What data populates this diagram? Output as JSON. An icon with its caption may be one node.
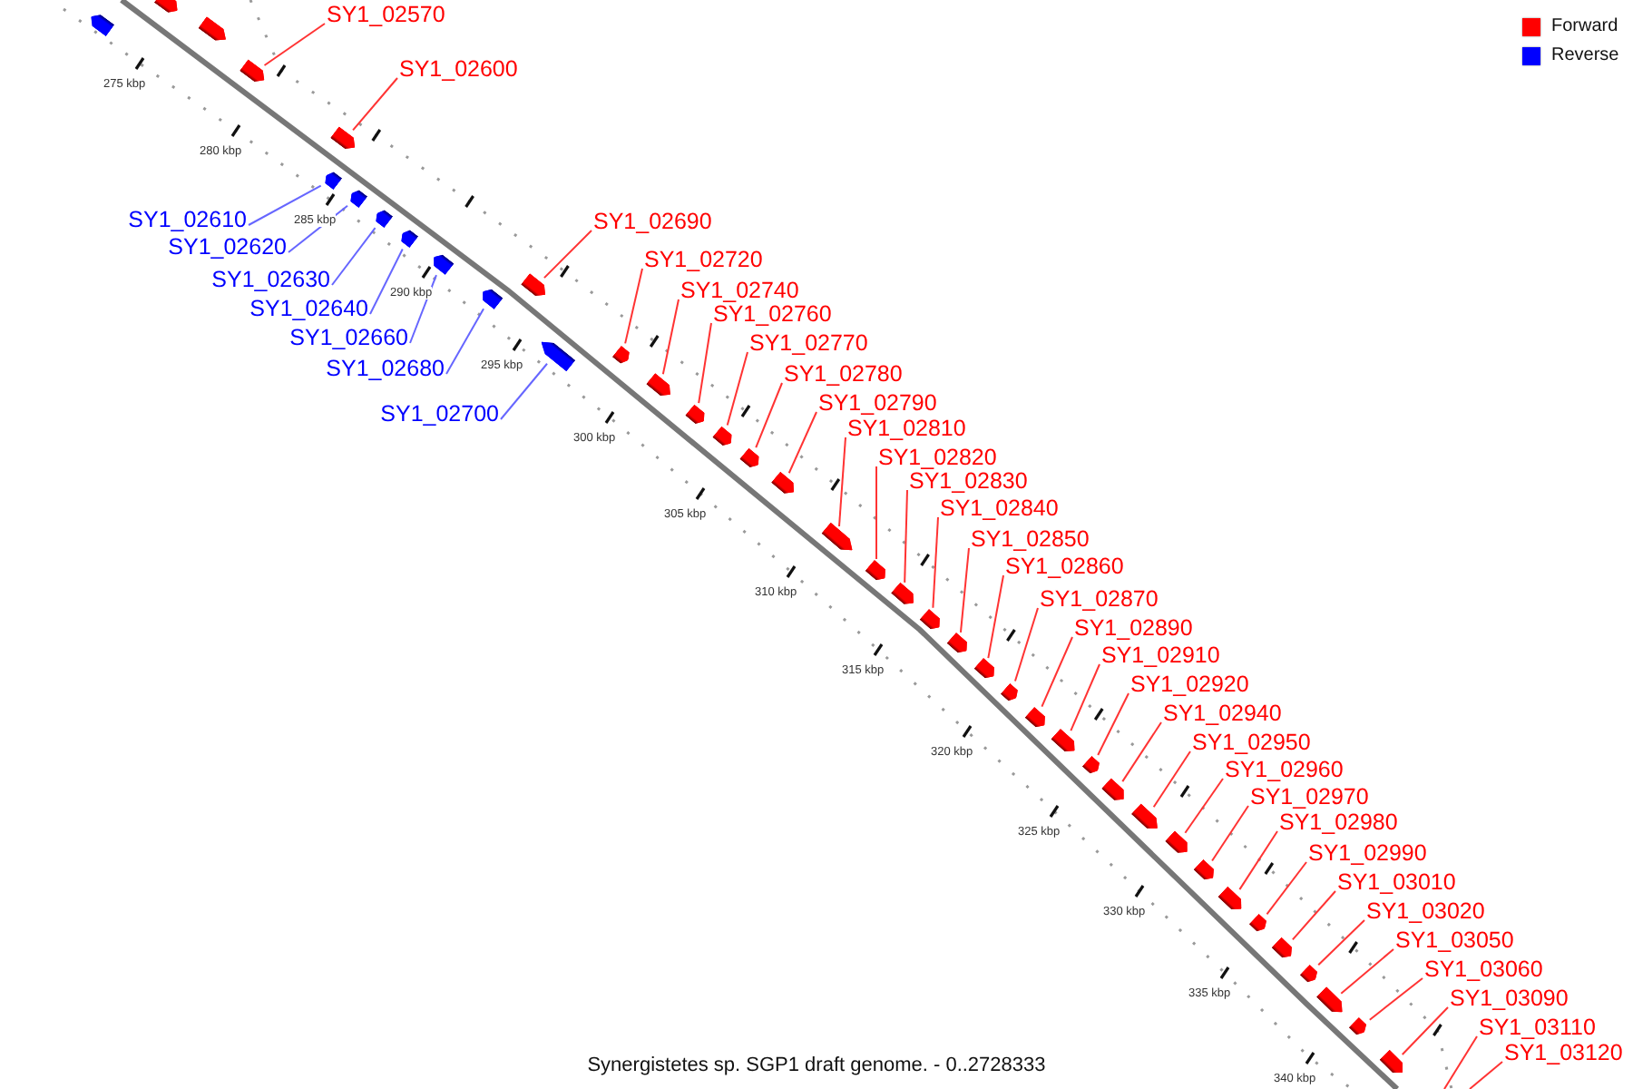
{
  "diagram": {
    "caption": "Synergistetes sp. SGP1 draft genome. - 0..2728333",
    "nodes": [
      {
        "text": [],
        "shape": "pentagon"
      },
      {
        "text": [],
        "shape": "pentagon"
      },
      {
        "text": [],
        "shape": "pentagon"
      },
      {
        "text": [
          "SY1_02570"
        ]
      },
      {
        "text": [],
        "shape": "pentagon"
      },
      {
        "text": [
          "SY1_02600"
        ]
      },
      {
        "text": [],
        "shape": "pentagon"
      },
      {
        "text": [
          "SY1_02610"
        ]
      },
      {
        "text": [],
        "shape": "pentagon"
      },
      {
        "text": [
          "SY1_02620"
        ]
      },
      {
        "text": [],
        "shape": "pentagon"
      },
      {
        "text": [
          "SY1_02630"
        ]
      },
      {
        "text": [],
        "shape": "pentagon"
      },
      {
        "text": [
          "SY1_02640"
        ]
      },
      {
        "text": [],
        "shape": "pentagon"
      },
      {
        "text": [
          "SY1_02660"
        ]
      },
      {
        "text": [],
        "shape": "pentagon"
      },
      {
        "text": [
          "SY1_02680"
        ]
      },
      {
        "text": [],
        "shape": "pentagon"
      },
      {
        "text": [
          "SY1_02690"
        ]
      },
      {
        "text": [],
        "shape": "pentagon"
      },
      {
        "text": [
          "SY1_02700"
        ]
      },
      {
        "text": [],
        "shape": "pentagon"
      },
      {
        "text": [
          "SY1_02720"
        ]
      },
      {
        "text": [],
        "shape": "pentagon"
      },
      {
        "text": [
          "SY1_02740"
        ]
      },
      {
        "text": [],
        "shape": "pentagon"
      },
      {
        "text": [
          "SY1_02760"
        ]
      },
      {
        "text": [],
        "shape": "pentagon"
      },
      {
        "text": [
          "SY1_02770"
        ]
      },
      {
        "text": [],
        "shape": "pentagon"
      },
      {
        "text": [
          "SY1_02780"
        ]
      },
      {
        "text": [],
        "shape": "pentagon"
      },
      {
        "text": [
          "SY1_02790"
        ]
      },
      {
        "text": [],
        "shape": "pentagon"
      },
      {
        "text": [
          "SY1_02810"
        ]
      },
      {
        "text": [],
        "shape": "pentagon"
      },
      {
        "text": [
          "SY1_02820"
        ]
      },
      {
        "text": [],
        "shape": "pentagon"
      },
      {
        "text": [
          "SY1_02830"
        ]
      },
      {
        "text": [],
        "shape": "pentagon"
      },
      {
        "text": [
          "SY1_02840"
        ]
      },
      {
        "text": [],
        "shape": "pentagon"
      },
      {
        "text": [
          "SY1_02850"
        ]
      },
      {
        "text": [],
        "shape": "pentagon"
      },
      {
        "text": [
          "SY1_02860"
        ]
      },
      {
        "text": [],
        "shape": "pentagon"
      },
      {
        "text": [
          "SY1_02870"
        ]
      },
      {
        "text": [],
        "shape": "pentagon"
      },
      {
        "text": [
          "SY1_02890"
        ]
      },
      {
        "text": [],
        "shape": "pentagon"
      },
      {
        "text": [
          "SY1_02910"
        ]
      },
      {
        "text": [],
        "shape": "pentagon"
      },
      {
        "text": [
          "SY1_02920"
        ]
      },
      {
        "text": [],
        "shape": "pentagon"
      },
      {
        "text": [
          "SY1_02940"
        ]
      },
      {
        "text": [],
        "shape": "pentagon"
      },
      {
        "text": [
          "SY1_02950"
        ]
      },
      {
        "text": [],
        "shape": "pentagon"
      },
      {
        "text": [
          "SY1_02960"
        ]
      },
      {
        "text": [],
        "shape": "pentagon"
      },
      {
        "text": [
          "SY1_02970"
        ]
      },
      {
        "text": [],
        "shape": "pentagon"
      },
      {
        "text": [
          "SY1_02980"
        ]
      },
      {
        "text": [],
        "shape": "pentagon"
      },
      {
        "text": [
          "SY1_02990"
        ]
      },
      {
        "text": [],
        "shape": "pentagon"
      },
      {
        "text": [
          "SY1_03010"
        ]
      },
      {
        "text": [],
        "shape": "pentagon"
      },
      {
        "text": [
          "SY1_03020"
        ]
      },
      {
        "text": [],
        "shape": "pentagon"
      },
      {
        "text": [
          "SY1_03050"
        ]
      },
      {
        "text": [],
        "shape": "pentagon"
      },
      {
        "text": [
          "SY1_03060"
        ]
      },
      {
        "text": [],
        "shape": "pentagon"
      },
      {
        "text": [
          "SY1_03090"
        ]
      },
      {
        "text": [],
        "shape": "pentagon"
      },
      {
        "text": [
          "SY1_03110"
        ]
      },
      {
        "text": [
          "SY1_03120"
        ]
      }
    ],
    "edges": [
      {
        "from": 3,
        "to": 4,
        "arrow": "none"
      },
      {
        "from": 5,
        "to": 6,
        "arrow": "none"
      },
      {
        "from": 7,
        "to": 8,
        "arrow": "none",
        "color": "#6666ff"
      },
      {
        "from": 9,
        "to": 10,
        "arrow": "none",
        "color": "#6666ff"
      },
      {
        "from": 11,
        "to": 12,
        "arrow": "none",
        "color": "#6666ff"
      },
      {
        "from": 13,
        "to": 14,
        "arrow": "none",
        "color": "#6666ff"
      },
      {
        "from": 15,
        "to": 16,
        "arrow": "none",
        "color": "#6666ff"
      },
      {
        "from": 17,
        "to": 18,
        "arrow": "none",
        "color": "#6666ff"
      },
      {
        "from": 19,
        "to": 20,
        "arrow": "none"
      },
      {
        "from": 21,
        "to": 22,
        "arrow": "none",
        "color": "#6666ff"
      },
      {
        "from": 23,
        "to": 24,
        "arrow": "none"
      },
      {
        "from": 25,
        "to": 26,
        "arrow": "none"
      },
      {
        "from": 27,
        "to": 28,
        "arrow": "none"
      },
      {
        "from": 29,
        "to": 30,
        "arrow": "none"
      },
      {
        "from": 31,
        "to": 32,
        "arrow": "none"
      },
      {
        "from": 33,
        "to": 34,
        "arrow": "none"
      },
      {
        "from": 35,
        "to": 36,
        "arrow": "none"
      },
      {
        "from": 37,
        "to": 38,
        "arrow": "none"
      },
      {
        "from": 39,
        "to": 40,
        "arrow": "none"
      },
      {
        "from": 41,
        "to": 42,
        "arrow": "none"
      },
      {
        "from": 43,
        "to": 44,
        "arrow": "none"
      },
      {
        "from": 45,
        "to": 46,
        "arrow": "none"
      },
      {
        "from": 47,
        "to": 48,
        "arrow": "none"
      },
      {
        "from": 49,
        "to": 50,
        "arrow": "none"
      },
      {
        "from": 51,
        "to": 52,
        "arrow": "none"
      },
      {
        "from": 53,
        "to": 54,
        "arrow": "none"
      },
      {
        "from": 55,
        "to": 56,
        "arrow": "none"
      },
      {
        "from": 57,
        "to": 58,
        "arrow": "none"
      },
      {
        "from": 59,
        "to": 60,
        "arrow": "none"
      },
      {
        "from": 61,
        "to": 62,
        "arrow": "none"
      },
      {
        "from": 63,
        "to": 64,
        "arrow": "none"
      },
      {
        "from": 65,
        "to": 66,
        "arrow": "none"
      },
      {
        "from": 67,
        "to": 68,
        "arrow": "none"
      },
      {
        "from": 69,
        "to": 70,
        "arrow": "none"
      },
      {
        "from": 71,
        "to": 72,
        "arrow": "none"
      },
      {
        "from": 73,
        "to": 74,
        "arrow": "none"
      },
      {
        "from": 75,
        "to": 76,
        "arrow": "none"
      },
      {
        "from": 77,
        "to": null,
        "arrow": "none"
      },
      {
        "from": 78,
        "to": null,
        "arrow": "none"
      }
    ],
    "labels": [
      "275 kbp",
      "280 kbp",
      "285 kbp",
      "290 kbp",
      "295 kbp",
      "300 kbp",
      "305 kbp",
      "310 kbp",
      "315 kbp",
      "320 kbp",
      "325 kbp",
      "330 kbp",
      "335 kbp",
      "340 kbp"
    ],
    "legend": [
      {
        "text": "Forward",
        "color": "#ff0000"
      },
      {
        "text": "Reverse",
        "color": "#0000ff"
      }
    ]
  }
}
